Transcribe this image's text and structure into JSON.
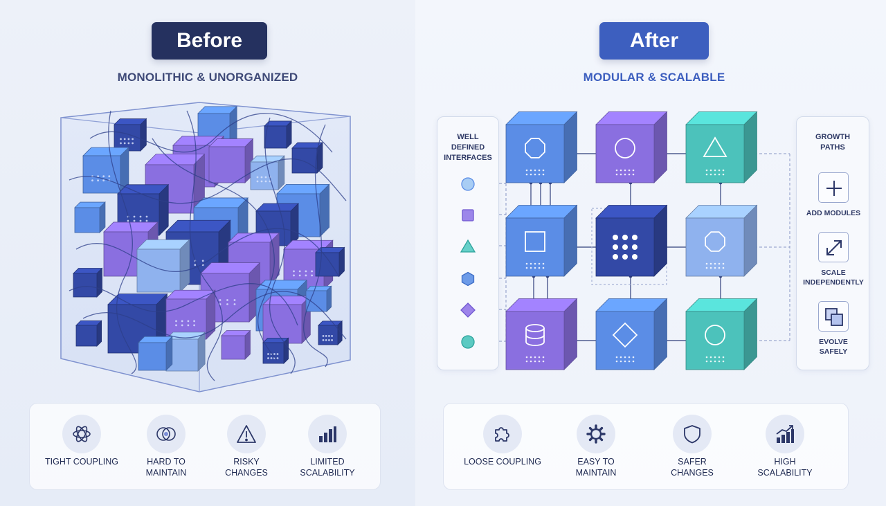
{
  "before": {
    "title": "Before",
    "subtitle": "MONOLITHIC & UNORGANIZED",
    "features": [
      {
        "icon": "tangle-icon",
        "lines": [
          "TIGHT COUPLING"
        ]
      },
      {
        "icon": "overlap-circles-icon",
        "lines": [
          "HARD TO",
          "MAINTAIN"
        ]
      },
      {
        "icon": "warning-triangle-icon",
        "lines": [
          "RISKY",
          "CHANGES"
        ]
      },
      {
        "icon": "bar-chart-icon",
        "lines": [
          "LIMITED",
          "SCALABILITY"
        ]
      }
    ]
  },
  "after": {
    "title": "After",
    "subtitle": "MODULAR & SCALABLE",
    "interfaces_panel": {
      "title_lines": [
        "WELL",
        "DEFINED",
        "INTERFACES"
      ],
      "shapes": [
        "circle-icon",
        "square-icon",
        "triangle-icon",
        "hexagon-icon",
        "diamond-icon",
        "circle-icon"
      ]
    },
    "growth_panel": {
      "title_lines": [
        "GROWTH",
        "PATHS"
      ],
      "items": [
        {
          "icon": "plus-icon",
          "lines": [
            "ADD MODULES"
          ]
        },
        {
          "icon": "expand-arrow-icon",
          "lines": [
            "SCALE",
            "INDEPENDENTLY"
          ]
        },
        {
          "icon": "layers-icon",
          "lines": [
            "EVOLVE",
            "SAFELY"
          ]
        }
      ]
    },
    "features": [
      {
        "icon": "puzzle-icon",
        "lines": [
          "LOOSE COUPLING"
        ]
      },
      {
        "icon": "gear-icon",
        "lines": [
          "EASY TO",
          "MAINTAIN"
        ]
      },
      {
        "icon": "shield-icon",
        "lines": [
          "SAFER",
          "CHANGES"
        ]
      },
      {
        "icon": "growth-chart-icon",
        "lines": [
          "HIGH",
          "SCALABILITY"
        ]
      }
    ]
  },
  "colors": {
    "navy": "#25315f",
    "accent_blue": "#3d5fbf",
    "module_blue": "#5b8de6",
    "module_purple": "#8a6fe0",
    "module_teal": "#4cc2bb",
    "module_dark": "#3349a6",
    "module_light": "#8fb2ee"
  }
}
